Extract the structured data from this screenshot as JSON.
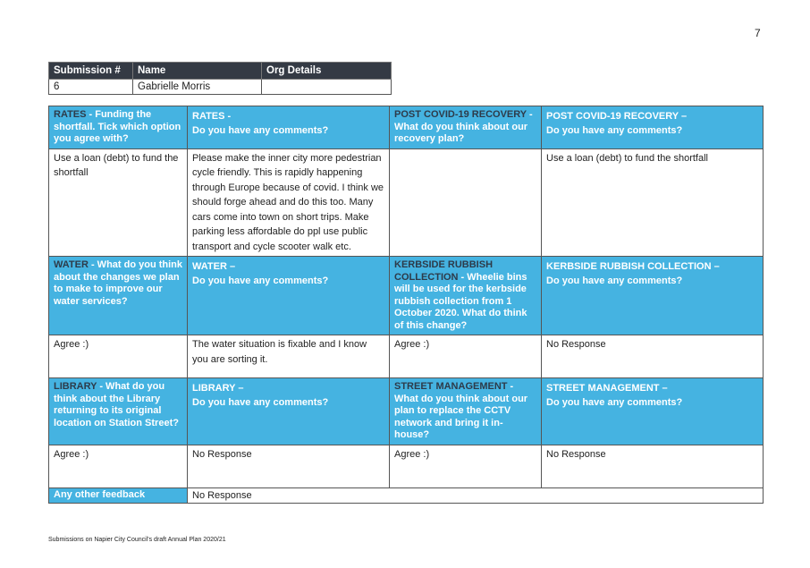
{
  "page_number": "7",
  "submission": {
    "headers": [
      "Submission #",
      "Name",
      "Org Details"
    ],
    "values": [
      "6",
      "Gabrielle Morris",
      ""
    ]
  },
  "sections": [
    {
      "headers": [
        {
          "dark": "RATES",
          "light": " - Funding the shortfall. Tick which option you agree with?"
        },
        {
          "dark": "",
          "light": "RATES -",
          "light2": "Do you have any comments?"
        },
        {
          "dark": "POST COVID-19 RECOVERY",
          "light": " - What do you think about our recovery plan?"
        },
        {
          "dark": "",
          "light": "POST COVID-19 RECOVERY –",
          "light2": "Do you have any comments?"
        }
      ],
      "values": [
        "Use a loan (debt) to fund the shortfall",
        "Please make the inner city more pedestrian cycle friendly. This is rapidly happening through Europe because of covid. I think we should forge ahead and do this too. Many cars come into town on short trips. Make parking less affordable do ppl use public transport and cycle scooter walk etc.",
        "",
        "Use a loan (debt) to fund the shortfall"
      ]
    },
    {
      "headers": [
        {
          "dark": "WATER",
          "light": " - What do you think about the changes we plan to make to improve our water services?"
        },
        {
          "dark": "",
          "light": "WATER –",
          "light2": "Do you have any comments?"
        },
        {
          "dark": "KERBSIDE RUBBISH COLLECTION",
          "light": " - Wheelie bins will be used for the kerbside rubbish collection from 1 October 2020. What do think of this change?"
        },
        {
          "dark": "",
          "light": "KERBSIDE RUBBISH COLLECTION –",
          "light2": "Do you have any comments?"
        }
      ],
      "values": [
        "Agree :)",
        "The water situation is fixable and I know you are sorting it.",
        "Agree :)",
        "No Response"
      ]
    },
    {
      "headers": [
        {
          "dark": "LIBRARY",
          "light": " - What do you think about the Library returning to its original location on Station Street?"
        },
        {
          "dark": "",
          "light": "LIBRARY –",
          "light2": "Do you have any comments?"
        },
        {
          "dark": "STREET MANAGEMENT",
          "light": " - What do you think about our plan to replace the CCTV network and bring it in-house?"
        },
        {
          "dark": "",
          "light": "STREET MANAGEMENT –",
          "light2": "Do you have any comments?"
        }
      ],
      "values": [
        "Agree :)",
        "No Response",
        "Agree :)",
        "No Response"
      ]
    }
  ],
  "other_feedback": {
    "label": "Any other feedback",
    "value": "No Response"
  },
  "footer": "Submissions on Napier City Council's draft Annual Plan 2020/21"
}
